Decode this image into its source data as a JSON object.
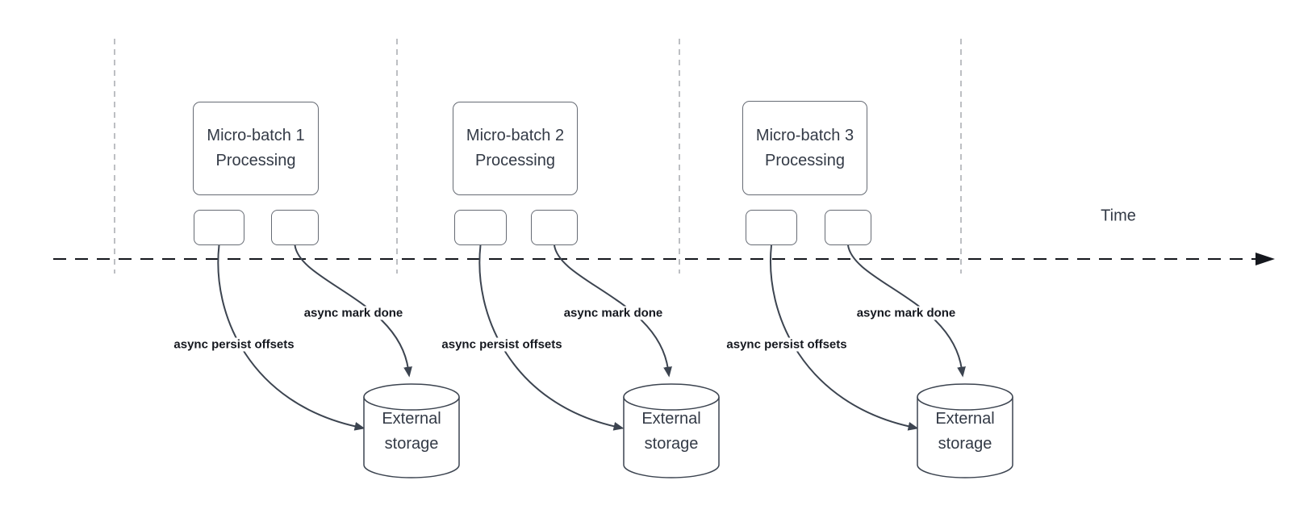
{
  "colors": {
    "axis": "#14171d",
    "guide": "#a7aaaf",
    "curve": "#3c4450",
    "border": "#666b74",
    "box_text": "#333a46",
    "label_text": "#15181f"
  },
  "time_label": "Time",
  "batches": [
    {
      "box_label": "Micro-batch 1\nProcessing",
      "persist_label": "async persist offsets",
      "mark_label": "async mark done",
      "storage_label": "External\nstorage"
    },
    {
      "box_label": "Micro-batch 2\nProcessing",
      "persist_label": "async persist offsets",
      "mark_label": "async mark done",
      "storage_label": "External\nstorage"
    },
    {
      "box_label": "Micro-batch 3\nProcessing",
      "persist_label": "async persist offsets",
      "mark_label": "async mark done",
      "storage_label": "External\nstorage"
    }
  ]
}
